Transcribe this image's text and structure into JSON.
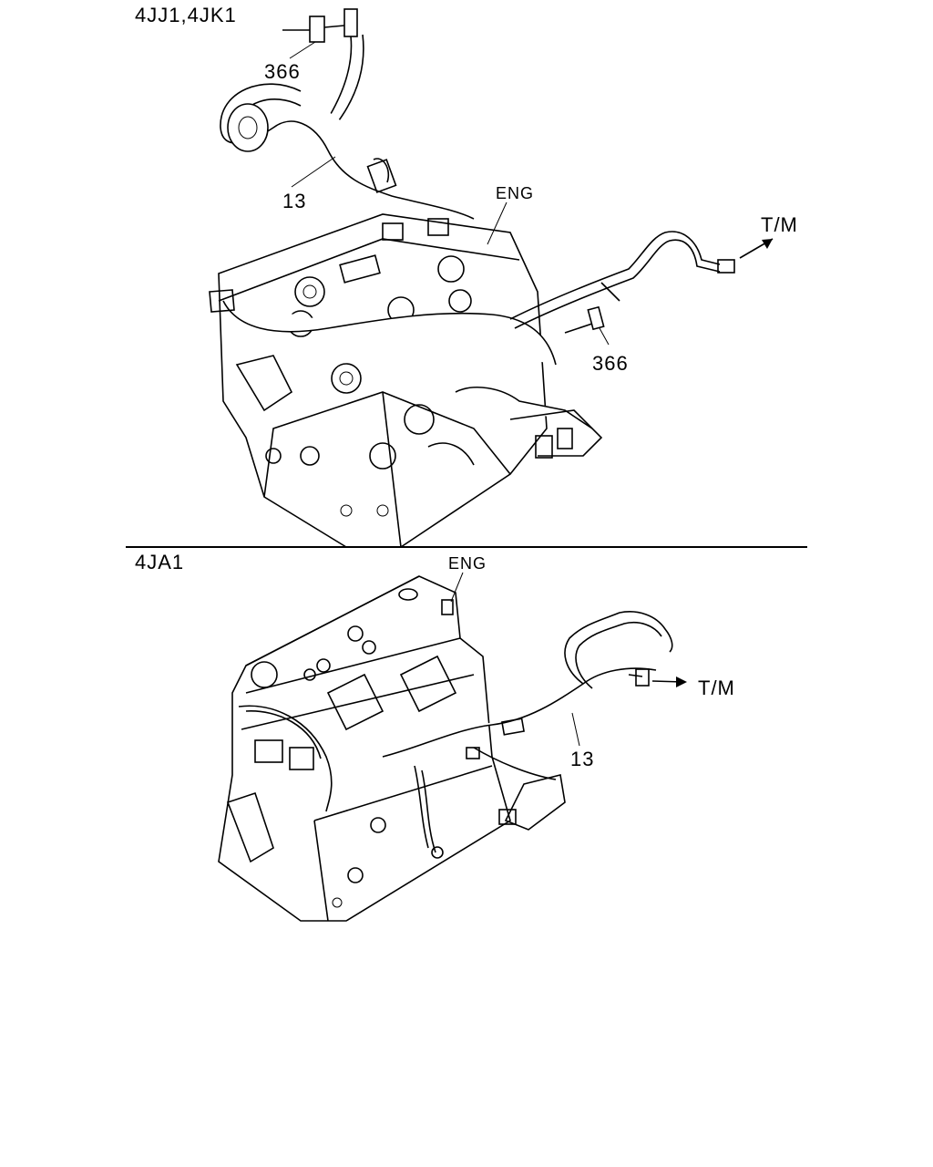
{
  "sections": {
    "top": {
      "variant_label": "4JJ1,4JK1",
      "labels": {
        "engine": "ENG",
        "transmission": "T/M",
        "part_clip_upper": "366",
        "part_clip_lower": "366",
        "part_harness": "13"
      }
    },
    "bottom": {
      "variant_label": "4JA1",
      "labels": {
        "engine": "ENG",
        "transmission": "T/M",
        "part_harness": "13"
      }
    }
  },
  "colors": {
    "line": "#000000",
    "background": "#ffffff"
  },
  "icons": [
    "engine-block-illustration",
    "wiring-harness-illustration",
    "arrow-right-icon"
  ]
}
